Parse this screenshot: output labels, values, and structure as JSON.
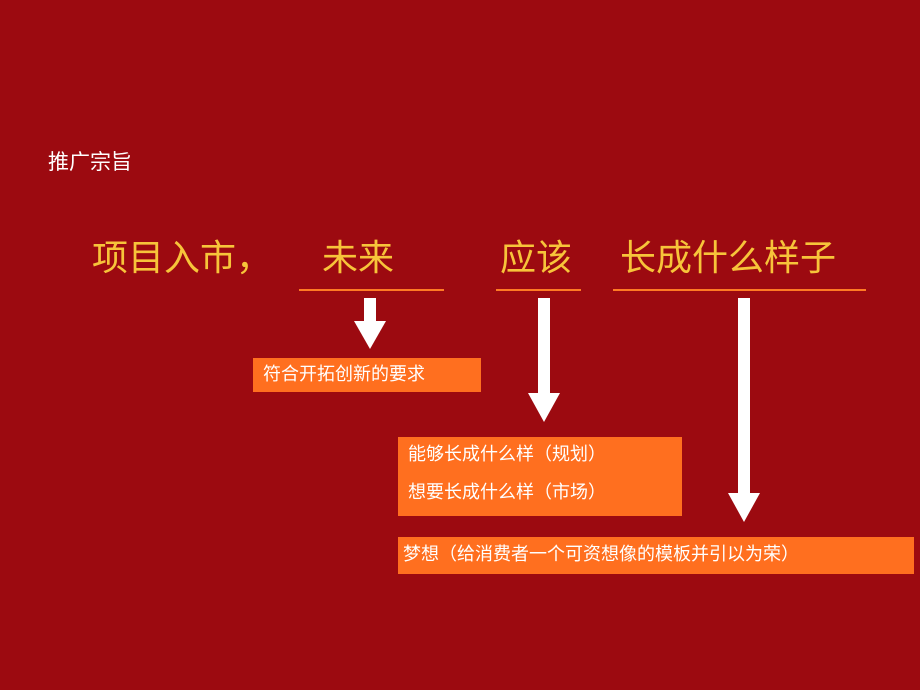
{
  "colors": {
    "background": "#9c0a10",
    "headline": "#f7c43a",
    "accent_orange": "#ff6f1f",
    "underline": "#ff7b24",
    "arrow": "#ffffff"
  },
  "section_title": "推广宗旨",
  "headline": {
    "part1": "项目入市，",
    "part2": "未来",
    "part3": "应该",
    "part4": "长成什么样子"
  },
  "boxes": {
    "box1": "符合开拓创新的要求",
    "box2_line1": "能够长成什么样（规划）",
    "box2_line2": "想要长成什么样（市场）",
    "box3": "梦想（给消费者一个可资想像的模板并引以为荣）"
  }
}
